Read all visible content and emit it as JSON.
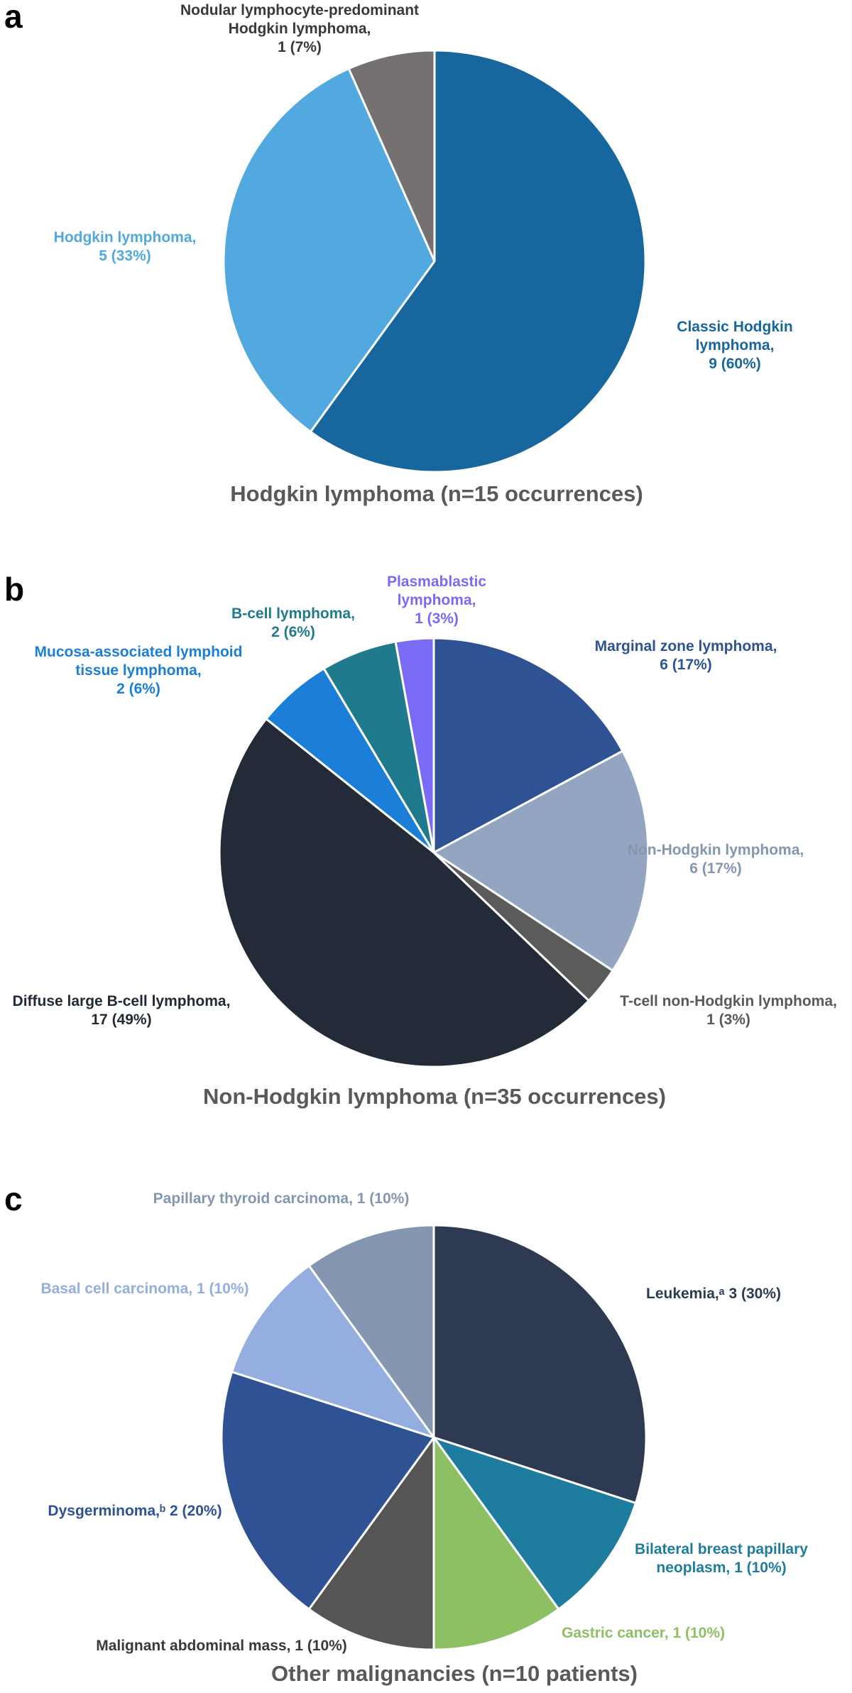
{
  "figure": {
    "panels": [
      {
        "letter": "a"
      },
      {
        "letter": "b"
      },
      {
        "letter": "c"
      }
    ]
  },
  "chart_data": [
    {
      "type": "pie",
      "title": "Hodgkin lymphoma (n=15 occurrences)",
      "total": 15,
      "unit": "occurrences",
      "start_angle": "12 o'clock",
      "direction": "clockwise",
      "slices": [
        {
          "id": "classic-hodgkin-lymphoma",
          "label": "Classic Hodgkin lymphoma",
          "value": 9,
          "pct": "60%",
          "color": "#17679E",
          "label_color": "#17679E",
          "label_lines": [
            "Classic Hodgkin",
            "lymphoma,",
            "9 (60%)"
          ]
        },
        {
          "id": "hodgkin-lymphoma",
          "label": "Hodgkin lymphoma",
          "value": 5,
          "pct": "33%",
          "color": "#52A9E0",
          "label_color": "#52A9E0",
          "label_lines": [
            "Hodgkin lymphoma,",
            "5 (33%)"
          ]
        },
        {
          "id": "nodular-lymphocyte-predominant",
          "label": "Nodular lymphocyte-predominant Hodgkin lymphoma",
          "value": 1,
          "pct": "7%",
          "color": "#767171",
          "label_color": "#3B3838",
          "label_lines": [
            "Nodular lymphocyte-predominant",
            "Hodgkin lymphoma,",
            "1 (7%)"
          ]
        }
      ]
    },
    {
      "type": "pie",
      "title": "Non-Hodgkin lymphoma (n=35 occurrences)",
      "total": 35,
      "unit": "occurrences",
      "start_angle": "12 o'clock",
      "direction": "clockwise",
      "slices": [
        {
          "id": "marginal-zone-lymphoma",
          "label": "Marginal zone lymphoma",
          "value": 6,
          "pct": "17%",
          "color": "#2E5294",
          "label_color": "#2E5294",
          "label_lines": [
            "Marginal zone lymphoma,",
            "6 (17%)"
          ]
        },
        {
          "id": "non-hodgkin-lymphoma",
          "label": "Non-Hodgkin lymphoma",
          "value": 6,
          "pct": "17%",
          "color": "#93A5C1",
          "label_color": "#8496B0",
          "label_lines": [
            "Non-Hodgkin lymphoma,",
            "6 (17%)"
          ]
        },
        {
          "id": "t-cell-non-hodgkin-lymphoma",
          "label": "T-cell non-Hodgkin lymphoma",
          "value": 1,
          "pct": "3%",
          "color": "#5B5B5B",
          "label_color": "#595959",
          "label_lines": [
            "T-cell non-Hodgkin lymphoma,",
            "1 (3%)"
          ]
        },
        {
          "id": "diffuse-large-b-cell-lymphoma",
          "label": "Diffuse large B-cell lymphoma",
          "value": 17,
          "pct": "49%",
          "color": "#242B38",
          "label_color": "#222A35",
          "label_lines": [
            "Diffuse large B-cell lymphoma,",
            "17 (49%)"
          ]
        },
        {
          "id": "mucosa-associated-lymphoid-tissue-lymphoma",
          "label": "Mucosa-associated lymphoid tissue lymphoma",
          "value": 2,
          "pct": "6%",
          "color": "#1B7ED7",
          "label_color": "#1B7ED7",
          "label_lines": [
            "Mucosa-associated lymphoid",
            "tissue lymphoma,",
            "2 (6%)"
          ]
        },
        {
          "id": "b-cell-lymphoma",
          "label": "B-cell lymphoma",
          "value": 2,
          "pct": "6%",
          "color": "#1F7A8E",
          "label_color": "#1F7A8E",
          "label_lines": [
            "B-cell lymphoma,",
            "2 (6%)"
          ]
        },
        {
          "id": "plasmablastic-lymphoma",
          "label": "Plasmablastic lymphoma",
          "value": 1,
          "pct": "3%",
          "color": "#7A6BF7",
          "label_color": "#7A6BF7",
          "label_lines": [
            "Plasmablastic",
            "lymphoma,",
            "1 (3%)"
          ]
        }
      ]
    },
    {
      "type": "pie",
      "title": "Other malignancies (n=10 patients)",
      "total": 10,
      "unit": "patients",
      "start_angle": "12 o'clock",
      "direction": "clockwise",
      "slices": [
        {
          "id": "leukemia",
          "label": "Leukemia",
          "value": 3,
          "pct": "30%",
          "color": "#2E3A52",
          "label_color": "#2E3A52",
          "label_lines": [
            "Leukemia,ᵃ 3 (30%)"
          ]
        },
        {
          "id": "bilateral-breast-papillary-neoplasm",
          "label": "Bilateral breast papillary neoplasm",
          "value": 1,
          "pct": "10%",
          "color": "#1E7D9E",
          "label_color": "#1E7D9E",
          "label_lines": [
            "Bilateral breast papillary",
            "neoplasm, 1 (10%)"
          ]
        },
        {
          "id": "gastric-cancer",
          "label": "Gastric cancer",
          "value": 1,
          "pct": "10%",
          "color": "#8DC063",
          "label_color": "#8DC063",
          "label_lines": [
            "Gastric cancer, 1 (10%)"
          ]
        },
        {
          "id": "malignant-abdominal-mass",
          "label": "Malignant abdominal mass",
          "value": 1,
          "pct": "10%",
          "color": "#575554",
          "label_color": "#3B3838",
          "label_lines": [
            "Malignant abdominal mass, 1 (10%)"
          ]
        },
        {
          "id": "dysgerminoma",
          "label": "Dysgerminoma",
          "value": 2,
          "pct": "20%",
          "color": "#2E5294",
          "label_color": "#2E5294",
          "label_lines": [
            "Dysgerminoma,ᵇ 2 (20%)"
          ]
        },
        {
          "id": "basal-cell-carcinoma",
          "label": "Basal cell carcinoma",
          "value": 1,
          "pct": "10%",
          "color": "#93AEDF",
          "label_color": "#93AEDF",
          "label_lines": [
            "Basal cell carcinoma, 1 (10%)"
          ]
        },
        {
          "id": "papillary-thyroid-carcinoma",
          "label": "Papillary thyroid carcinoma",
          "value": 1,
          "pct": "10%",
          "color": "#8496B0",
          "label_color": "#8496B0",
          "label_lines": [
            "Papillary thyroid carcinoma, 1 (10%)"
          ]
        }
      ]
    }
  ]
}
